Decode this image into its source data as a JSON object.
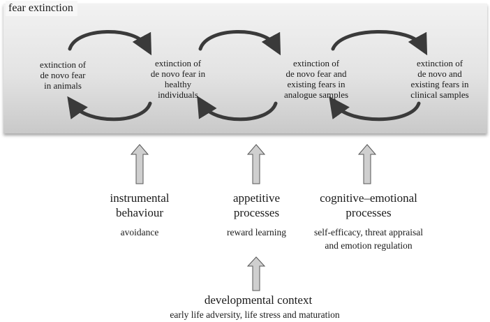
{
  "title": "fear extinction",
  "stages": [
    "extinction of\nde novo fear\nin animals",
    "extinction of\nde novo fear in\nhealthy\nindividuals",
    "extinction of\nde novo fear and\nexisting fears in\nanalogue samples",
    "extinction of\nde novo and\nexisting fears in\nclinical samples"
  ],
  "processes": [
    {
      "heading": "instrumental\nbehaviour",
      "detail": "avoidance"
    },
    {
      "heading": "appetitive\nprocesses",
      "detail": "reward learning"
    },
    {
      "heading": "cognitive–emotional\nprocesses",
      "detail": "self-efficacy, threat appraisal\nand emotion regulation"
    }
  ],
  "context": {
    "heading": "developmental context",
    "detail": "early life adversity, life stress and maturation"
  },
  "colors": {
    "cycle_arrow": "#3a3a3a",
    "up_arrow_fill": "#cfcfcf",
    "up_arrow_stroke": "#555555"
  }
}
